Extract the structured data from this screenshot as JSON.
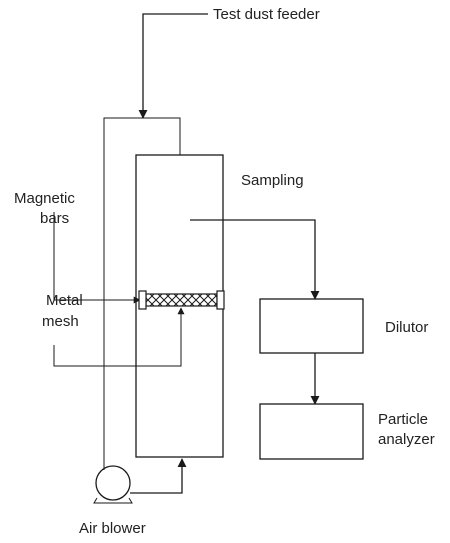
{
  "labels": {
    "feeder": "Test dust feeder",
    "sampling": "Sampling",
    "magnetic_1": "Magnetic",
    "magnetic_2": "bars",
    "metal_1": "Metal",
    "metal_2": "mesh",
    "dilutor": "Dilutor",
    "particle_1": "Particle",
    "particle_2": "analyzer",
    "blower": "Air blower"
  },
  "colors": {
    "line": "#1a1a1a",
    "text": "#222222",
    "background": "#ffffff"
  }
}
